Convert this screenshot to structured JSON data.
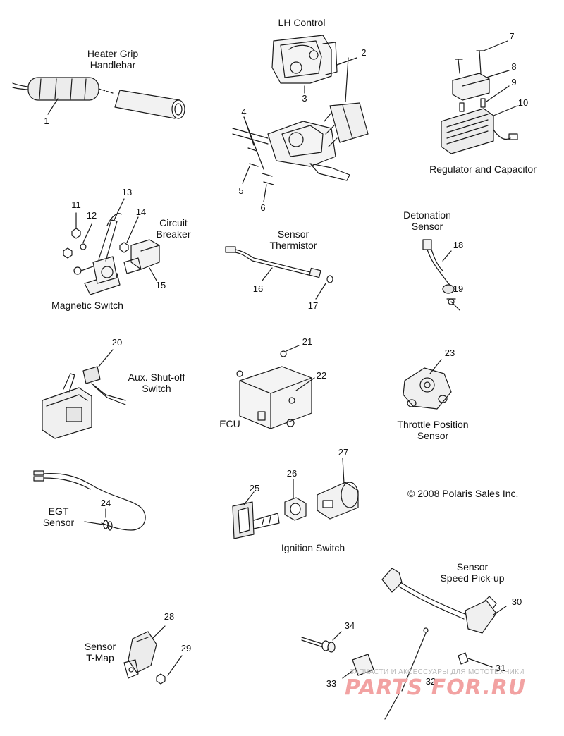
{
  "section_labels": {
    "heater_grip": [
      "Heater Grip",
      "Handlebar"
    ],
    "lh_control": [
      "LH Control"
    ],
    "regulator": [
      "Regulator and Capacitor"
    ],
    "circuit_breaker": [
      "Circuit",
      "Breaker"
    ],
    "sensor_thermistor": [
      "Sensor",
      "Thermistor"
    ],
    "detonation_sensor": [
      "Detonation",
      "Sensor"
    ],
    "magnetic_switch": [
      "Magnetic Switch"
    ],
    "aux_shutoff": [
      "Aux. Shut-off",
      "Switch"
    ],
    "ecu": [
      "ECU"
    ],
    "throttle_position": [
      "Throttle Position",
      "Sensor"
    ],
    "egt_sensor": [
      "EGT",
      "Sensor"
    ],
    "ignition_switch": [
      "Ignition Switch"
    ],
    "speed_pickup": [
      "Sensor",
      "Speed Pick-up"
    ],
    "tmap": [
      "Sensor",
      "T-Map"
    ]
  },
  "part_numbers": [
    "1",
    "2",
    "3",
    "4",
    "5",
    "6",
    "7",
    "8",
    "9",
    "10",
    "11",
    "12",
    "13",
    "14",
    "15",
    "16",
    "17",
    "18",
    "19",
    "20",
    "21",
    "22",
    "23",
    "24",
    "25",
    "26",
    "27",
    "28",
    "29",
    "30",
    "31",
    "32",
    "33",
    "34"
  ],
  "copyright": "© 2008 Polaris Sales Inc.",
  "watermark": {
    "tagline": "ЗАПЧАСТИ И АКСЕССУАРЫ ДЛЯ МОТОТЕХНИКИ",
    "logo": "PARTS FOR.RU"
  },
  "colors": {
    "line": "#1a1a1a",
    "watermark_text": "#b8b8b8",
    "watermark_logo": "#f2a2a2"
  }
}
